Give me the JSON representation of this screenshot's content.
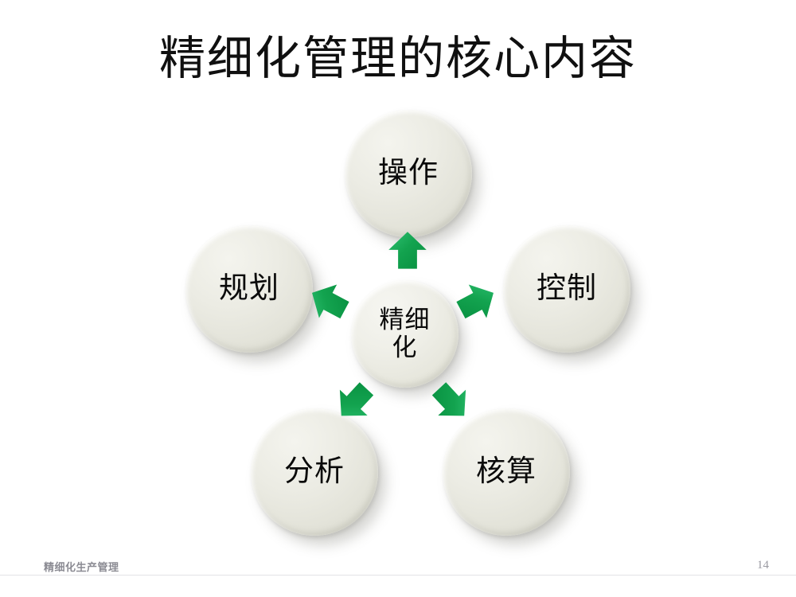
{
  "slide": {
    "title": "精细化管理的核心内容",
    "background_color": "#ffffff"
  },
  "diagram": {
    "type": "hub-and-spoke",
    "accent_color": "#13a34f",
    "node_color": "#e8e8de",
    "center": {
      "label": "精细化",
      "line1": "精细",
      "line2": "化"
    },
    "nodes": [
      {
        "id": "top",
        "label": "操作",
        "position": "top"
      },
      {
        "id": "right",
        "label": "控制",
        "position": "right"
      },
      {
        "id": "bottom-right",
        "label": "核算",
        "position": "bottom-right"
      },
      {
        "id": "bottom-left",
        "label": "分析",
        "position": "bottom-left"
      },
      {
        "id": "left",
        "label": "规划",
        "position": "left"
      }
    ],
    "arrows": [
      {
        "id": "arrow-up",
        "direction": "up",
        "points_to": "top"
      },
      {
        "id": "arrow-upright",
        "direction": "up-right",
        "points_to": "right"
      },
      {
        "id": "arrow-downright",
        "direction": "down-right",
        "points_to": "bottom-right"
      },
      {
        "id": "arrow-downleft",
        "direction": "down-left",
        "points_to": "bottom-left"
      },
      {
        "id": "arrow-upleft",
        "direction": "up-left",
        "points_to": "left"
      }
    ]
  },
  "footer": {
    "text": "精细化生产管理",
    "page_number": "14"
  }
}
